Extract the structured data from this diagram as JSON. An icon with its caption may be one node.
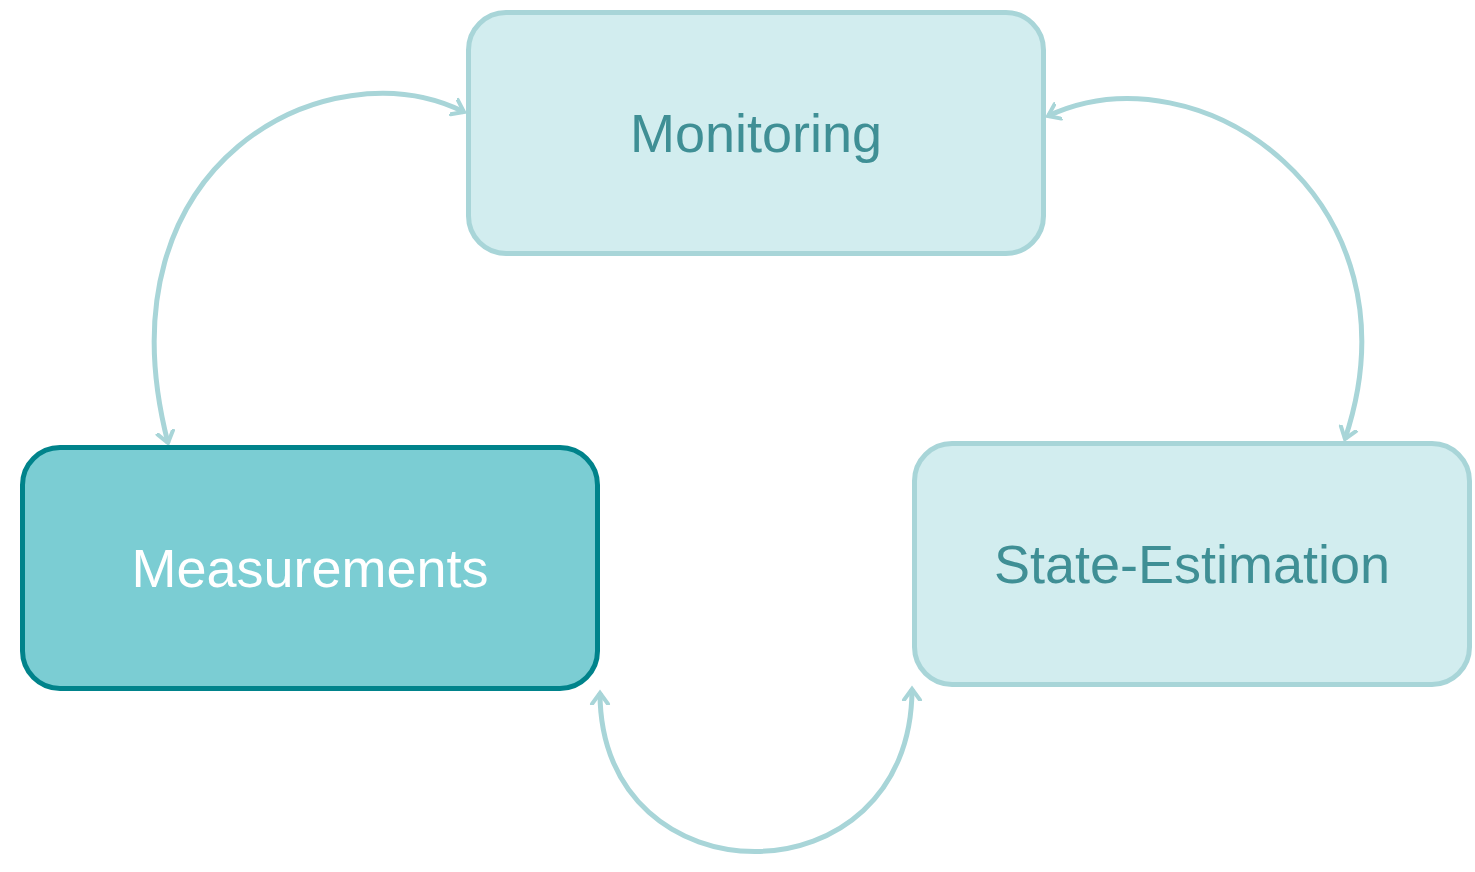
{
  "diagram": {
    "nodes": [
      {
        "text": [
          "Monitoring"
        ]
      },
      {
        "text": [
          "Measurements"
        ]
      },
      {
        "text": [
          "State-Estimation"
        ]
      }
    ],
    "edges": [
      {
        "from": 0,
        "to": 1,
        "arrow": "both"
      },
      {
        "from": 0,
        "to": 2,
        "arrow": "both"
      },
      {
        "from": 1,
        "to": 2,
        "arrow": "both"
      }
    ]
  }
}
